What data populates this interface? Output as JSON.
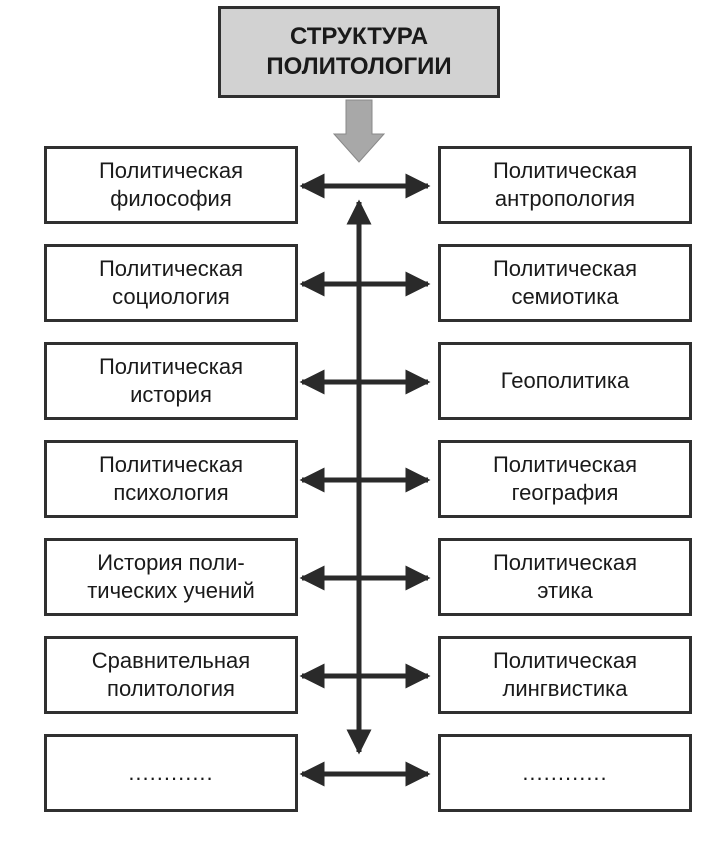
{
  "title": {
    "line1": "СТРУКТУРА",
    "line2": "ПОЛИТОЛОГИИ"
  },
  "left_boxes": [
    {
      "line1": "Политическая",
      "line2": "философия"
    },
    {
      "line1": "Политическая",
      "line2": "социология"
    },
    {
      "line1": "Политическая",
      "line2": "история"
    },
    {
      "line1": "Политическая",
      "line2": "психология"
    },
    {
      "line1": "История поли-",
      "line2": "тических учений"
    },
    {
      "line1": "Сравнительная",
      "line2": "политология"
    },
    {
      "line1": "............",
      "line2": ""
    }
  ],
  "right_boxes": [
    {
      "line1": "Политическая",
      "line2": "антропология"
    },
    {
      "line1": "Политическая",
      "line2": "семиотика"
    },
    {
      "line1": "Геополитика",
      "line2": ""
    },
    {
      "line1": "Политическая",
      "line2": "география"
    },
    {
      "line1": "Политическая",
      "line2": "этика"
    },
    {
      "line1": "Политическая",
      "line2": "лингвистика"
    },
    {
      "line1": "............",
      "line2": ""
    }
  ],
  "colors": {
    "border": "#303030",
    "title_fill": "#d2d2d2",
    "arrow_fill": "#a8a8a8",
    "line": "#2a2a2a"
  }
}
